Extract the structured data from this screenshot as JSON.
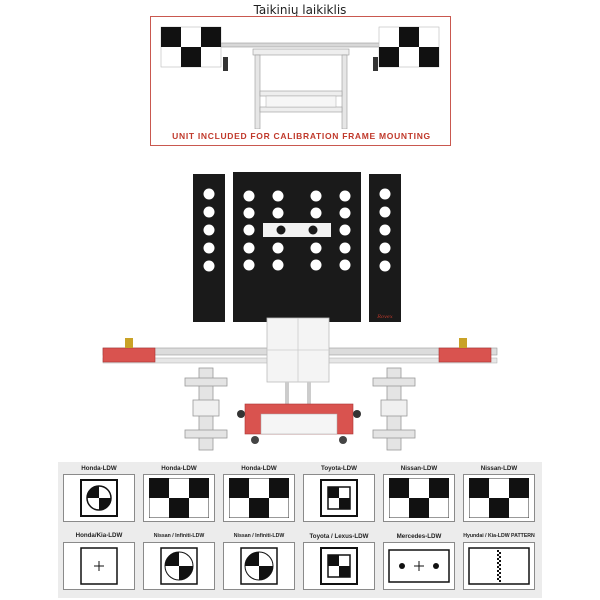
{
  "holder": {
    "title": "Taikinių laikiklis",
    "caption": "UNIT INCLUDED FOR CALIBRATION FRAME MOUNTING"
  },
  "frame": {
    "brand": "Rovex"
  },
  "colors": {
    "accent_red": "#c0392b",
    "panel_black": "#1a1a1a",
    "catalog_bg": "#ececec"
  },
  "patterns": [
    {
      "label": "Honda-LDW",
      "icon": "target-circle-quadrants-icon"
    },
    {
      "label": "Honda-LDW",
      "icon": "checkerboard-2x3-icon"
    },
    {
      "label": "Honda-LDW",
      "icon": "checkerboard-2x3-icon"
    },
    {
      "label": "Toyota-LDW",
      "icon": "nested-checker-square-icon"
    },
    {
      "label": "Nissan-LDW",
      "icon": "checkerboard-2x3-icon"
    },
    {
      "label": "Nissan-LDW",
      "icon": "checkerboard-2x3-icon"
    },
    {
      "label": "Honda/Kia-LDW",
      "icon": "crosshair-square-icon"
    },
    {
      "label": "Nissan / Infiniti-LDW",
      "icon": "quadrant-circle-square-icon"
    },
    {
      "label": "Nissan / Infiniti-LDW",
      "icon": "quadrant-circle-square-icon"
    },
    {
      "label": "Toyota / Lexus-LDW",
      "icon": "nested-checker-square-icon"
    },
    {
      "label": "Mercedes-LDW",
      "icon": "dot-cross-dot-icon"
    },
    {
      "label": "Hyundai / Kia-LDW PATTERN",
      "icon": "vertical-checker-strip-icon"
    }
  ]
}
